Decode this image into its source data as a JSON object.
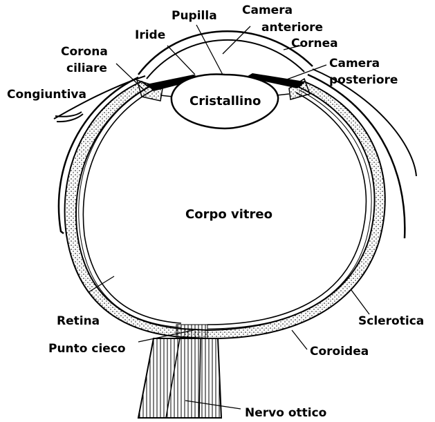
{
  "diagram": {
    "labels": {
      "pupilla": "Pupilla",
      "camera_anteriore_1": "Camera",
      "camera_anteriore_2": "anteriore",
      "iride": "Iride",
      "cornea": "Cornea",
      "corona_ciliare_1": "Corona",
      "corona_ciliare_2": "ciliare",
      "camera_posteriore_1": "Camera",
      "camera_posteriore_2": "posteriore",
      "congiuntiva": "Congiuntiva",
      "cristallino": "Cristallino",
      "corpo_vitreo": "Corpo vitreo",
      "retina": "Retina",
      "sclerotica": "Sclerotica",
      "punto_cieco": "Punto cieco",
      "coroidea": "Coroidea",
      "nervo_ottico": "Nervo ottico"
    },
    "colors": {
      "ink": "#000000",
      "background": "#ffffff"
    }
  }
}
